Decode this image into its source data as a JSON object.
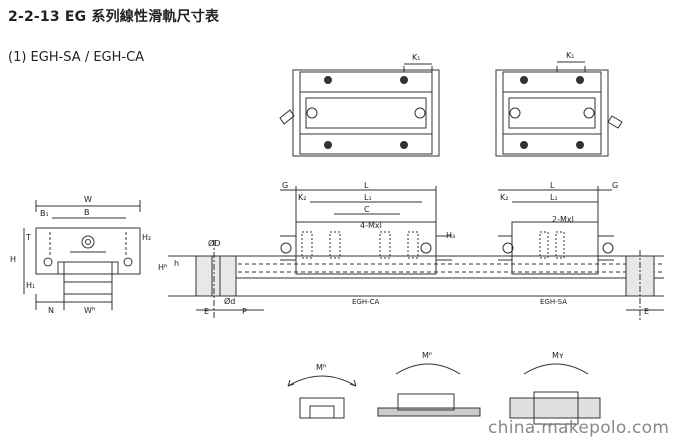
{
  "heading": "2-2-13 EG 系列線性滑軌尺寸表",
  "model": "(1) EGH-SA / EGH-CA",
  "dims": {
    "K1": "K₁",
    "W": "W",
    "B": "B",
    "B1": "B₁",
    "T": "T",
    "H": "H",
    "H1": "H₁",
    "H2": "H₂",
    "H3": "H₃",
    "HR": "Hᴿ",
    "h": "h",
    "N": "N",
    "WR": "Wᴿ",
    "D": "ØD",
    "d": "Ød",
    "E": "E",
    "P": "P",
    "G": "G",
    "K2": "K₂",
    "L": "L",
    "L1": "L₁",
    "C": "C",
    "mxl4": "4-Mxl",
    "mxl2": "2-Mxl"
  },
  "block_labels": {
    "ca": "EGH-CA",
    "sa": "EGH-SA"
  },
  "moments": {
    "mr": "Mᴿ",
    "mp": "Mᴾ",
    "my": "Mʏ"
  },
  "watermark": "china.makepolo.com"
}
